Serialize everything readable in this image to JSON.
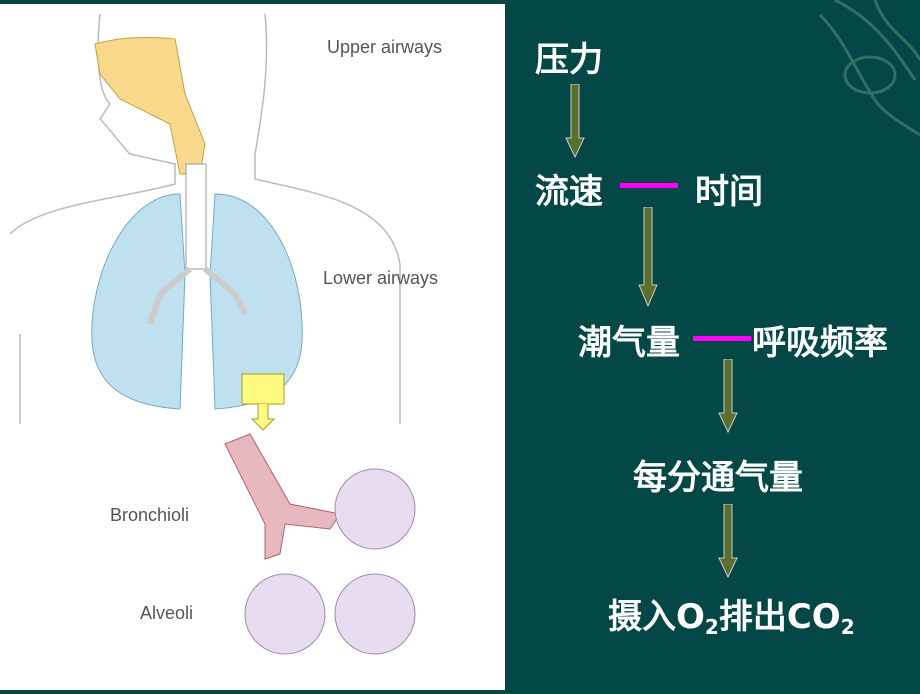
{
  "diagram": {
    "labels": {
      "upper": "Upper airways",
      "lower": "Lower airways",
      "bronchioli": "Bronchioli",
      "alveoli": "Alveoli"
    }
  },
  "flow": {
    "pressure": "压力",
    "flow_rate": "流速",
    "time": "时间",
    "tidal_volume": "潮气量",
    "resp_rate": "呼吸频率",
    "minute_ventilation": "每分通气量",
    "gas_intake": "摄入O",
    "gas_sub1": "2",
    "gas_out": "排出CO",
    "gas_sub2": "2"
  },
  "colors": {
    "background": "#034746",
    "arrow": "#5a6e2e",
    "connector": "#ff00ff"
  }
}
